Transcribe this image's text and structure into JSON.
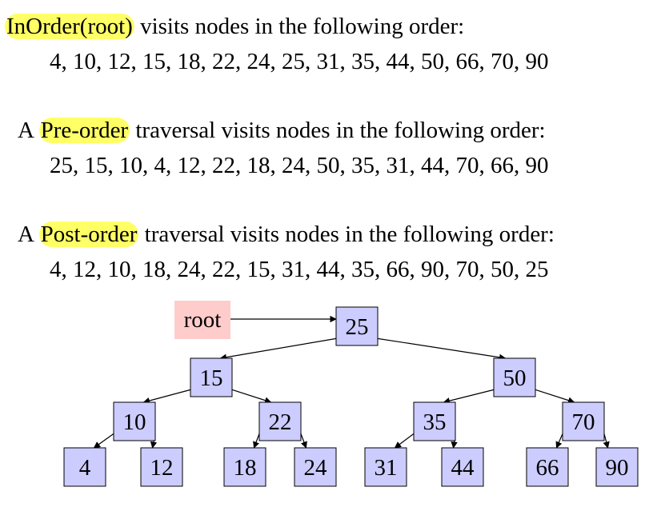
{
  "sections": [
    {
      "prefix": "",
      "highlight": "InOrder(root)",
      "suffix": " visits nodes in the following order:",
      "sequence": "4, 10, 12, 15, 18, 22, 24, 25, 31, 35, 44, 50, 66, 70, 90"
    },
    {
      "prefix": "A ",
      "highlight": "Pre-order",
      "suffix": " traversal visits nodes in the following order:",
      "sequence": "25, 15, 10, 4, 12, 22, 18, 24, 50, 35, 31, 44, 70, 66, 90"
    },
    {
      "prefix": "A ",
      "highlight": "Post-order",
      "suffix": " traversal visits nodes in the following order:",
      "sequence": "4, 12, 10, 18, 24, 22, 15, 31, 44, 35, 66, 90, 70, 50, 25"
    }
  ],
  "root_label": "root",
  "tree": {
    "nodes": [
      "25",
      "15",
      "50",
      "10",
      "22",
      "35",
      "70",
      "4",
      "12",
      "18",
      "24",
      "31",
      "44",
      "66",
      "90"
    ],
    "edges": [
      [
        "25",
        "15"
      ],
      [
        "25",
        "50"
      ],
      [
        "15",
        "10"
      ],
      [
        "15",
        "22"
      ],
      [
        "50",
        "35"
      ],
      [
        "50",
        "70"
      ],
      [
        "10",
        "4"
      ],
      [
        "10",
        "12"
      ],
      [
        "22",
        "18"
      ],
      [
        "22",
        "24"
      ],
      [
        "35",
        "31"
      ],
      [
        "35",
        "44"
      ],
      [
        "70",
        "66"
      ],
      [
        "70",
        "90"
      ]
    ]
  },
  "colors": {
    "highlight": "#ffff66",
    "node_fill": "#ccccff",
    "root_box": "#ffcccc"
  }
}
